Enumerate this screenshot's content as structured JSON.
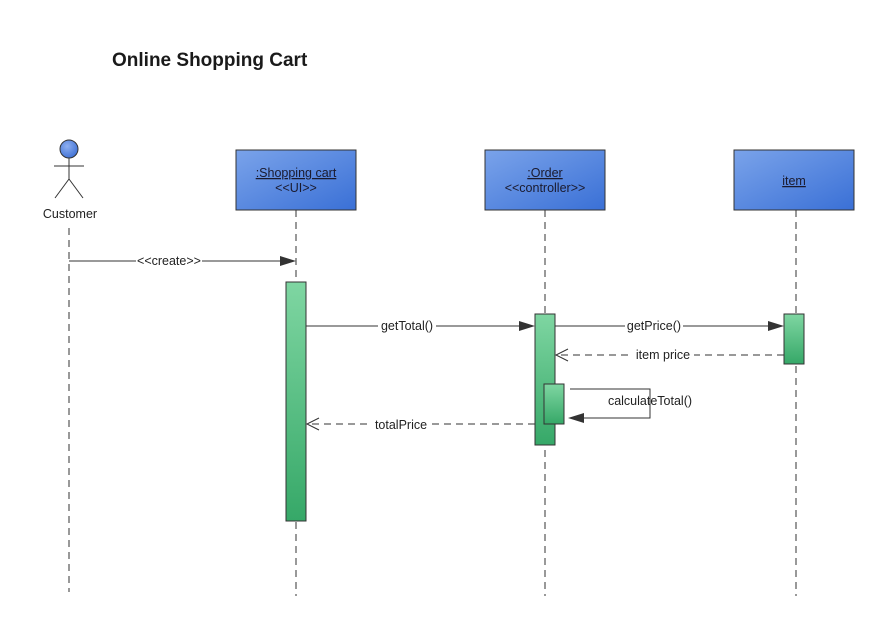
{
  "title": "Online Shopping Cart",
  "actor": {
    "label": "Customer",
    "icon": "stick-figure-icon"
  },
  "objects": [
    {
      "id": "cart",
      "name": ":Shopping cart",
      "stereotype": "<<UI>>"
    },
    {
      "id": "order",
      "name": ":Order",
      "stereotype": "<<controller>>"
    },
    {
      "id": "item",
      "name": "item",
      "stereotype": ""
    }
  ],
  "messages": [
    {
      "id": "create",
      "label": "<<create>>",
      "from": "customer",
      "to": "cart",
      "kind": "call"
    },
    {
      "id": "getTotal",
      "label": "getTotal()",
      "from": "cart",
      "to": "order",
      "kind": "call"
    },
    {
      "id": "getPrice",
      "label": "getPrice()",
      "from": "order",
      "to": "item",
      "kind": "call"
    },
    {
      "id": "itemPrice",
      "label": "item price",
      "from": "item",
      "to": "order",
      "kind": "return"
    },
    {
      "id": "calculateTotal",
      "label": "calculateTotal()",
      "from": "order",
      "to": "order",
      "kind": "self"
    },
    {
      "id": "totalPrice",
      "label": "totalPrice",
      "from": "order",
      "to": "cart",
      "kind": "return"
    }
  ],
  "colors": {
    "object_fill_top": "#6f9be8",
    "object_fill_bottom": "#3a70d6",
    "activation_fill_top": "#7fd6a2",
    "activation_fill_bottom": "#36a868",
    "actor_head": "#4f7fe0",
    "line": "#333333"
  }
}
